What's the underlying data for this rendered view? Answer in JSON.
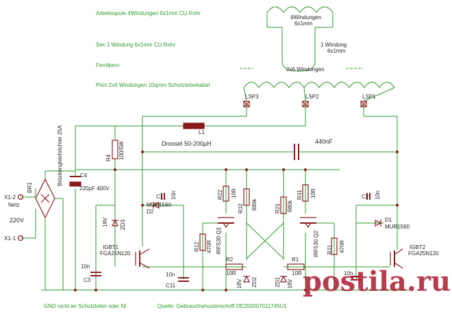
{
  "notes": {
    "work_coil": "Arbeitsspule 4Windungen 6x1mm CU Rohr",
    "secondary": "Sec 1 Windung 6x1mm CU Rohr",
    "core": "Ferritkern",
    "primary": "Prim 2x6 Windungen 10qmm Schutzleiterkabel"
  },
  "coil_labels": {
    "work_turns": "4Windungen",
    "work_size": "6x1mm",
    "sec_turns": "1 Windung",
    "sec_size": "6x1mm",
    "prim_turns": "2x6 Windungen"
  },
  "taps": {
    "lsp3": "LSP3",
    "lsp2": "LSP2",
    "lsp1": "LSP1"
  },
  "components": {
    "l1": "L1",
    "choke": "Drossel 50-200µH",
    "c_res": "440nF",
    "r4_name": "R4",
    "r4_val": "100/5W",
    "c4_name": "C4",
    "c4_val": "220µF 400V",
    "bridge_name": "BR1",
    "bridge_val": "Brückengleichrichter 25A",
    "x1_2": "X1-2",
    "x1_1": "X1-1",
    "netz": "Netz",
    "mains": "220V",
    "c1_name": "C1",
    "c1_val": "10n",
    "c2_name": "C2",
    "c2_val": "10n",
    "zd3_name": "ZD3",
    "zd3_val": "18V",
    "d2": "D2",
    "d2_val": "MUR1560",
    "d1": "D1",
    "d1_val": "MUR1560",
    "r22_name": "R22",
    "r22_val": "10R",
    "r32_name": "R32",
    "r32_val": "680k",
    "r21_name": "R21",
    "r21_val": "680k",
    "r31_name": "R31",
    "r31_val": "10R",
    "q1": "IRFS30 Q1",
    "q2": "IRF530 Q2",
    "r12_name": "R12",
    "r12_val": "470R",
    "r11_name": "R11",
    "r11_val": "470R",
    "r2_name": "R2",
    "r2_val": "10R",
    "r1_name": "R1",
    "r1_val": "10R",
    "zd2_name": "ZD2",
    "zd2_val": "18V",
    "zd1_name": "ZD1",
    "zd1_val": "18V",
    "igbt1": "IGBT1",
    "igbt1_val": "FGA25N120",
    "igbt2": "IGBT2",
    "igbt2_val": "FGA25N120",
    "c3_name": "C3",
    "c3_val": "10n",
    "c11_name": "C11",
    "c11_val": "10n",
    "c_right": "10n"
  },
  "footer": {
    "gnd": "GND nicht an Schutzleiter oder NI",
    "source": "Quelle: Gebrauchsmusterschrift DE202007011745U1"
  },
  "watermark": "postila.ru",
  "colors": {
    "wire": "#2a9a2a",
    "part": "#8a1a1a",
    "text": "#222222",
    "accent": "#b0283a"
  }
}
